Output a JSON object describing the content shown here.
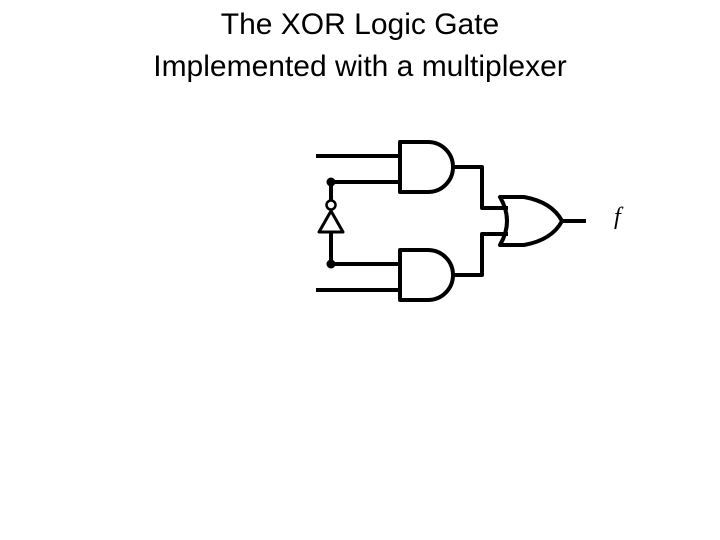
{
  "slide": {
    "title_line1": "The XOR Logic Gate",
    "title_line2": "Implemented with a multiplexer"
  },
  "circuit": {
    "output_label": "f",
    "components": [
      "and-gate",
      "and-gate",
      "or-gate",
      "inverter"
    ],
    "stroke_color": "#000000"
  }
}
